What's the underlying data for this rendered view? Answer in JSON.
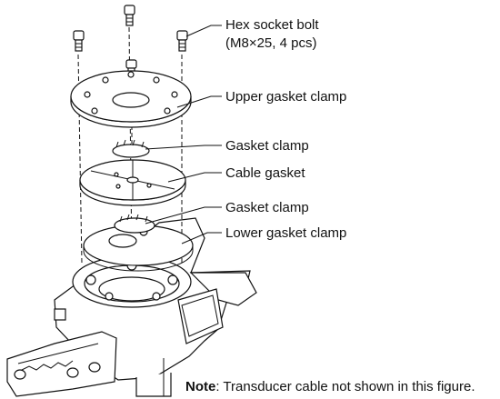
{
  "labels": {
    "hex_bolt_line1": "Hex socket bolt",
    "hex_bolt_line2": "(M8×25, 4 pcs)",
    "upper_clamp": "Upper gasket clamp",
    "gasket_clamp_top": "Gasket clamp",
    "cable_gasket": "Cable gasket",
    "gasket_clamp_bottom": "Gasket clamp",
    "lower_clamp": "Lower gasket clamp"
  },
  "note": {
    "prefix": "Note",
    "text": ": Transducer cable not shown in this figure."
  }
}
